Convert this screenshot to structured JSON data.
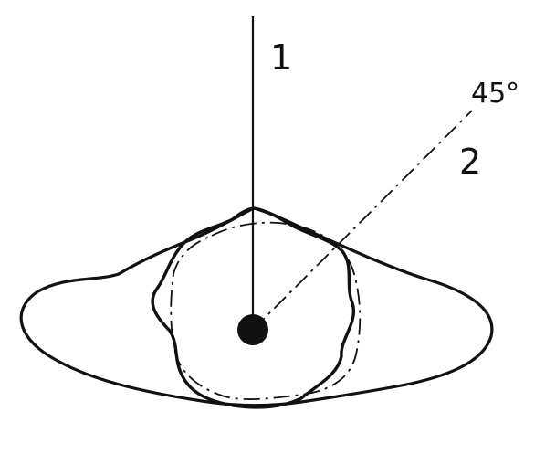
{
  "labels": {
    "axis_1": "1",
    "axis_2": "2",
    "angle": "45°"
  },
  "colors": {
    "stroke": "#111111",
    "background": "#ffffff"
  }
}
